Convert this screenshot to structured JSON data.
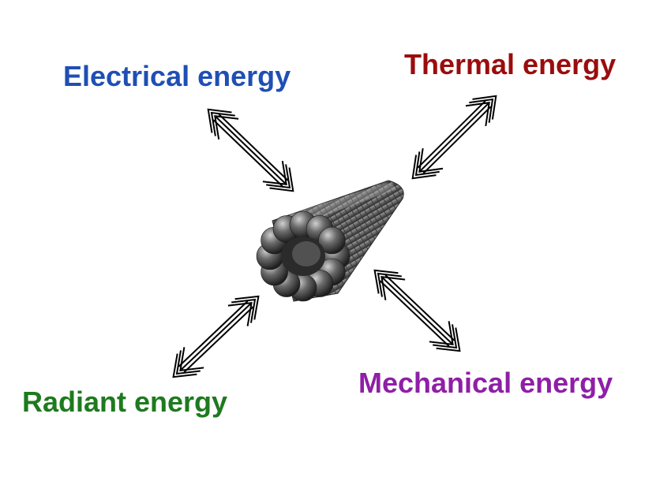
{
  "labels": {
    "electrical": "Electrical energy",
    "thermal": "Thermal energy",
    "radiant": "Radiant energy",
    "mechanical": "Mechanical energy"
  },
  "colors": {
    "electrical": "#1f4fb4",
    "thermal": "#9a0d0d",
    "radiant": "#1e7a1e",
    "mechanical": "#8e1fa6",
    "tube": "#5c5c5c",
    "arrow": "#000000"
  },
  "icons": {
    "center": "nanotube-illustration",
    "arrows": "double-headed-arrow"
  }
}
